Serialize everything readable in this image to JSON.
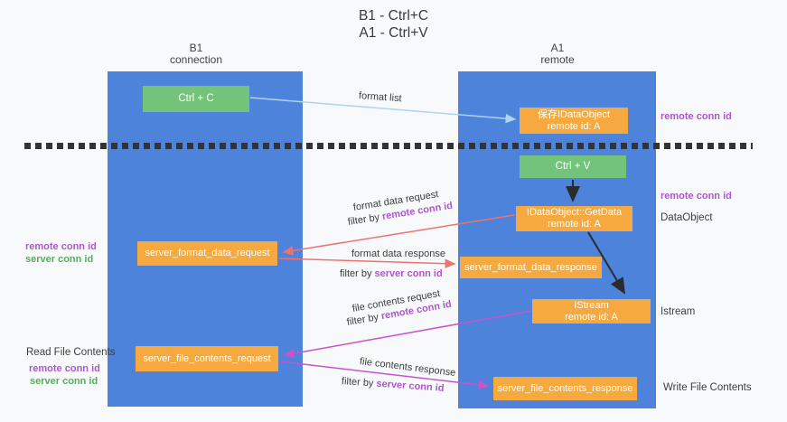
{
  "title": {
    "line1": "B1 - Ctrl+C",
    "line2": "A1 - Ctrl+V"
  },
  "columns": {
    "left": {
      "name": "B1",
      "role": "connection"
    },
    "right": {
      "name": "A1",
      "role": "remote"
    }
  },
  "boxes": {
    "ctrl_c": "Ctrl + C",
    "ctrl_v": "Ctrl + V",
    "save_idataobject": {
      "line1": "保存IDataObject",
      "line2": "remote id: A"
    },
    "idataobject_getdata": {
      "line1": "IDataObject::GetData",
      "line2": "remote id: A"
    },
    "istream": {
      "line1": "IStream",
      "line2": "remote id: A"
    },
    "server_format_data_request": "server_format_data_request",
    "server_format_data_response": "server_format_data_response",
    "server_file_contents_request": "server_file_contents_request",
    "server_file_contents_response": "server_file_contents_response"
  },
  "labels": {
    "remote_conn_id": "remote conn id",
    "server_conn_id": "server conn id",
    "read_file_contents": "Read File Contents",
    "write_file_contents": "Write File Contents",
    "dataobject": "DataObject",
    "istream": "Istream"
  },
  "flow_labels": {
    "format_list": "format list",
    "format_data_request": "format data request",
    "format_data_response": "format data response",
    "file_contents_request": "file contents request",
    "file_contents_response": "file contents response",
    "filter_by": "filter by "
  },
  "colors": {
    "column_blue": "#4d83da",
    "box_green": "#74c37a",
    "box_orange": "#f6a93f",
    "conn_id_purple": "#ae56cc",
    "conn_id_green": "#55ad5b",
    "arrow_light_blue": "#aed4ee",
    "arrow_red": "#ee736e",
    "arrow_magenta": "#c853cc",
    "arrow_black": "#2b2b2b"
  }
}
